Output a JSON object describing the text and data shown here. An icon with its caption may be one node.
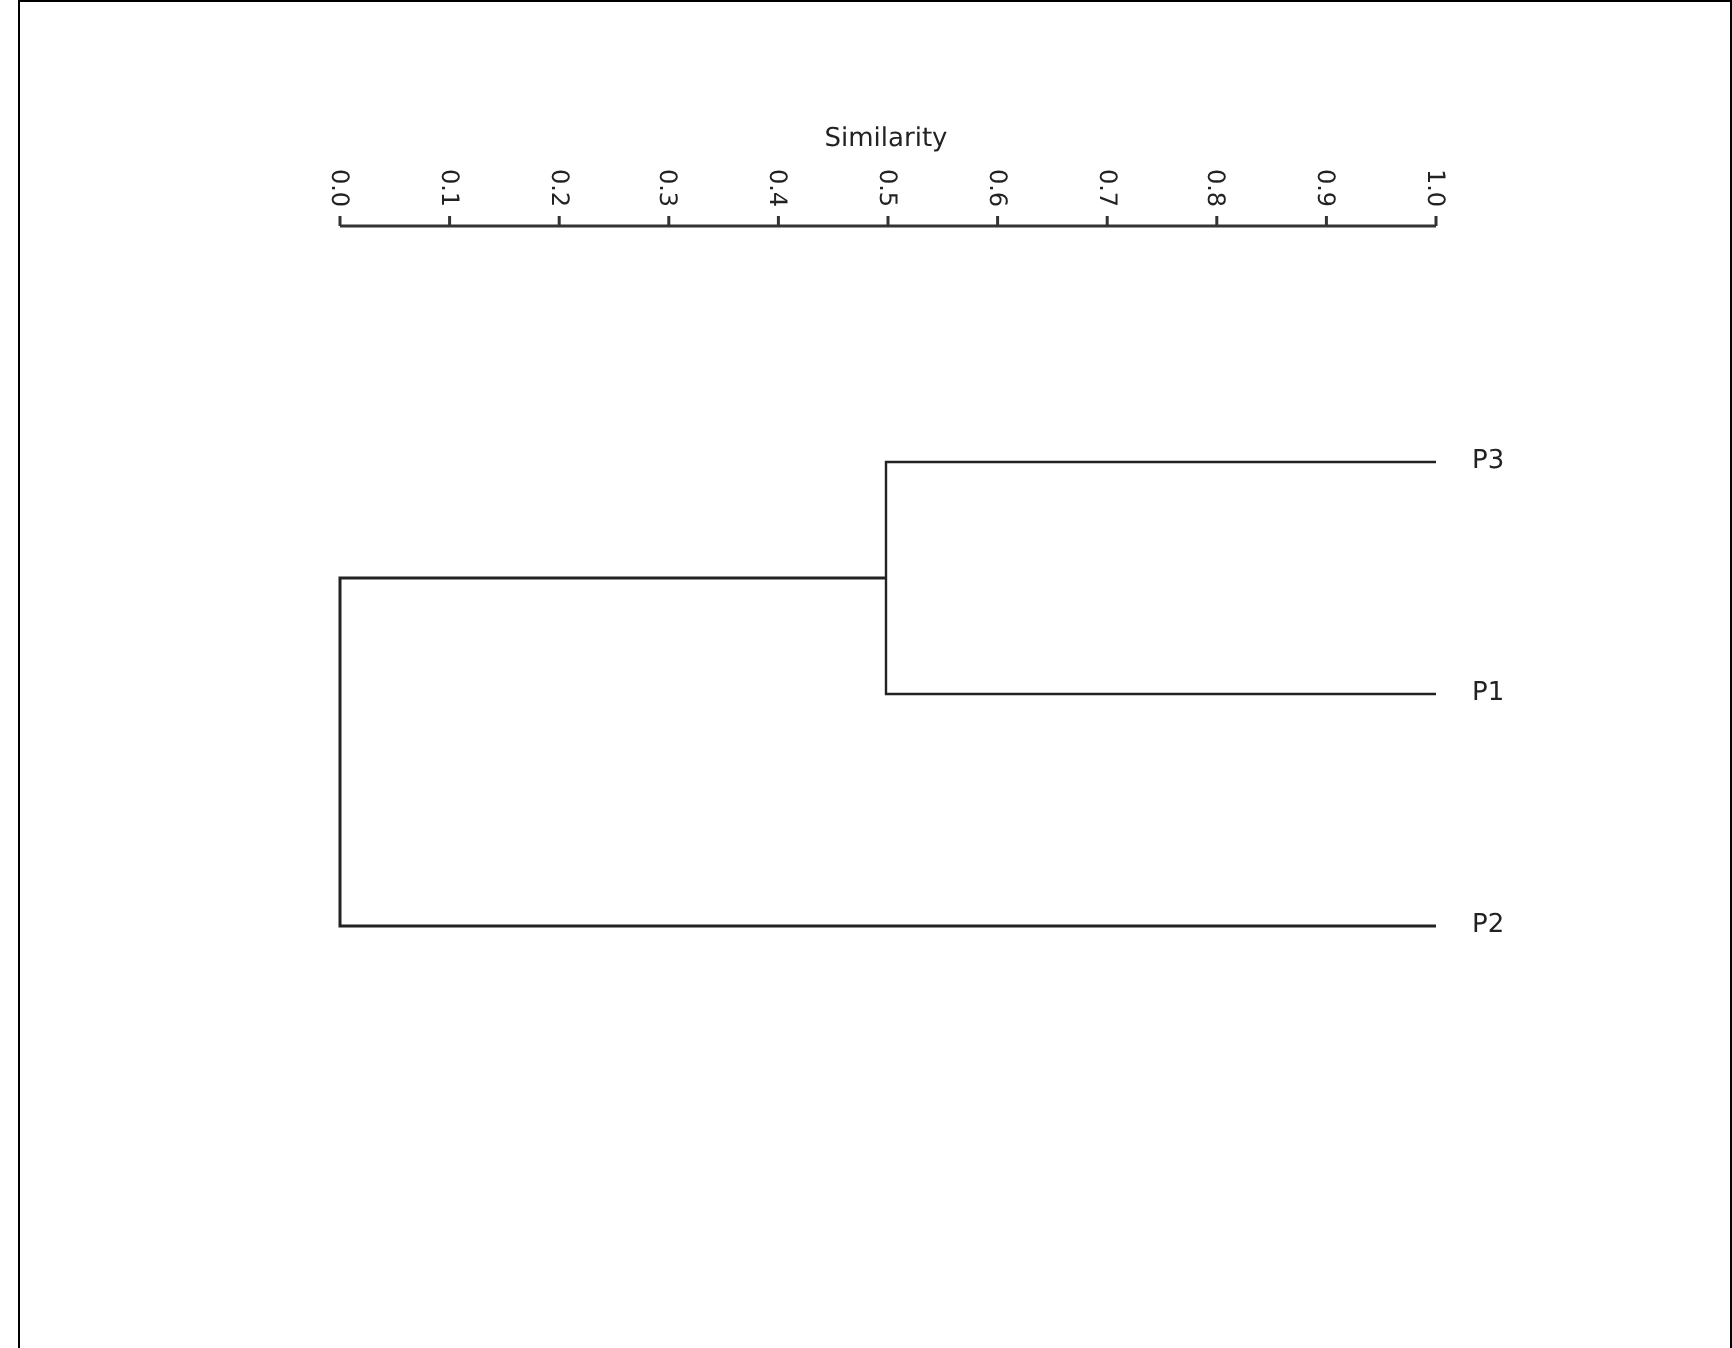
{
  "diagram": {
    "labels": [
      "Similarity",
      "0.0",
      "0.1",
      "0.2",
      "0.3",
      "0.4",
      "0.5",
      "0.6",
      "0.7",
      "0.8",
      "0.9",
      "1.0",
      "P3",
      "P1",
      "P2"
    ]
  }
}
